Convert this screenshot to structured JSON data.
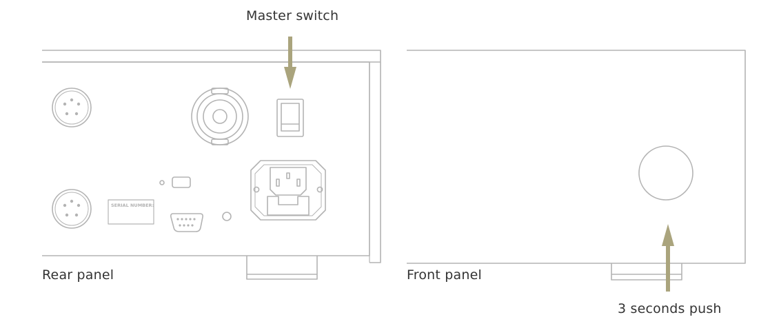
{
  "labels": {
    "master_switch": "Master switch",
    "rear_panel": "Rear panel",
    "front_panel": "Front panel",
    "push_hint": "3 seconds push",
    "serial_number": "SERIAL NUMBER:"
  },
  "colors": {
    "outline": "#b3b3b3",
    "arrow": "#aaa47d",
    "text": "#333333",
    "background": "#ffffff"
  }
}
